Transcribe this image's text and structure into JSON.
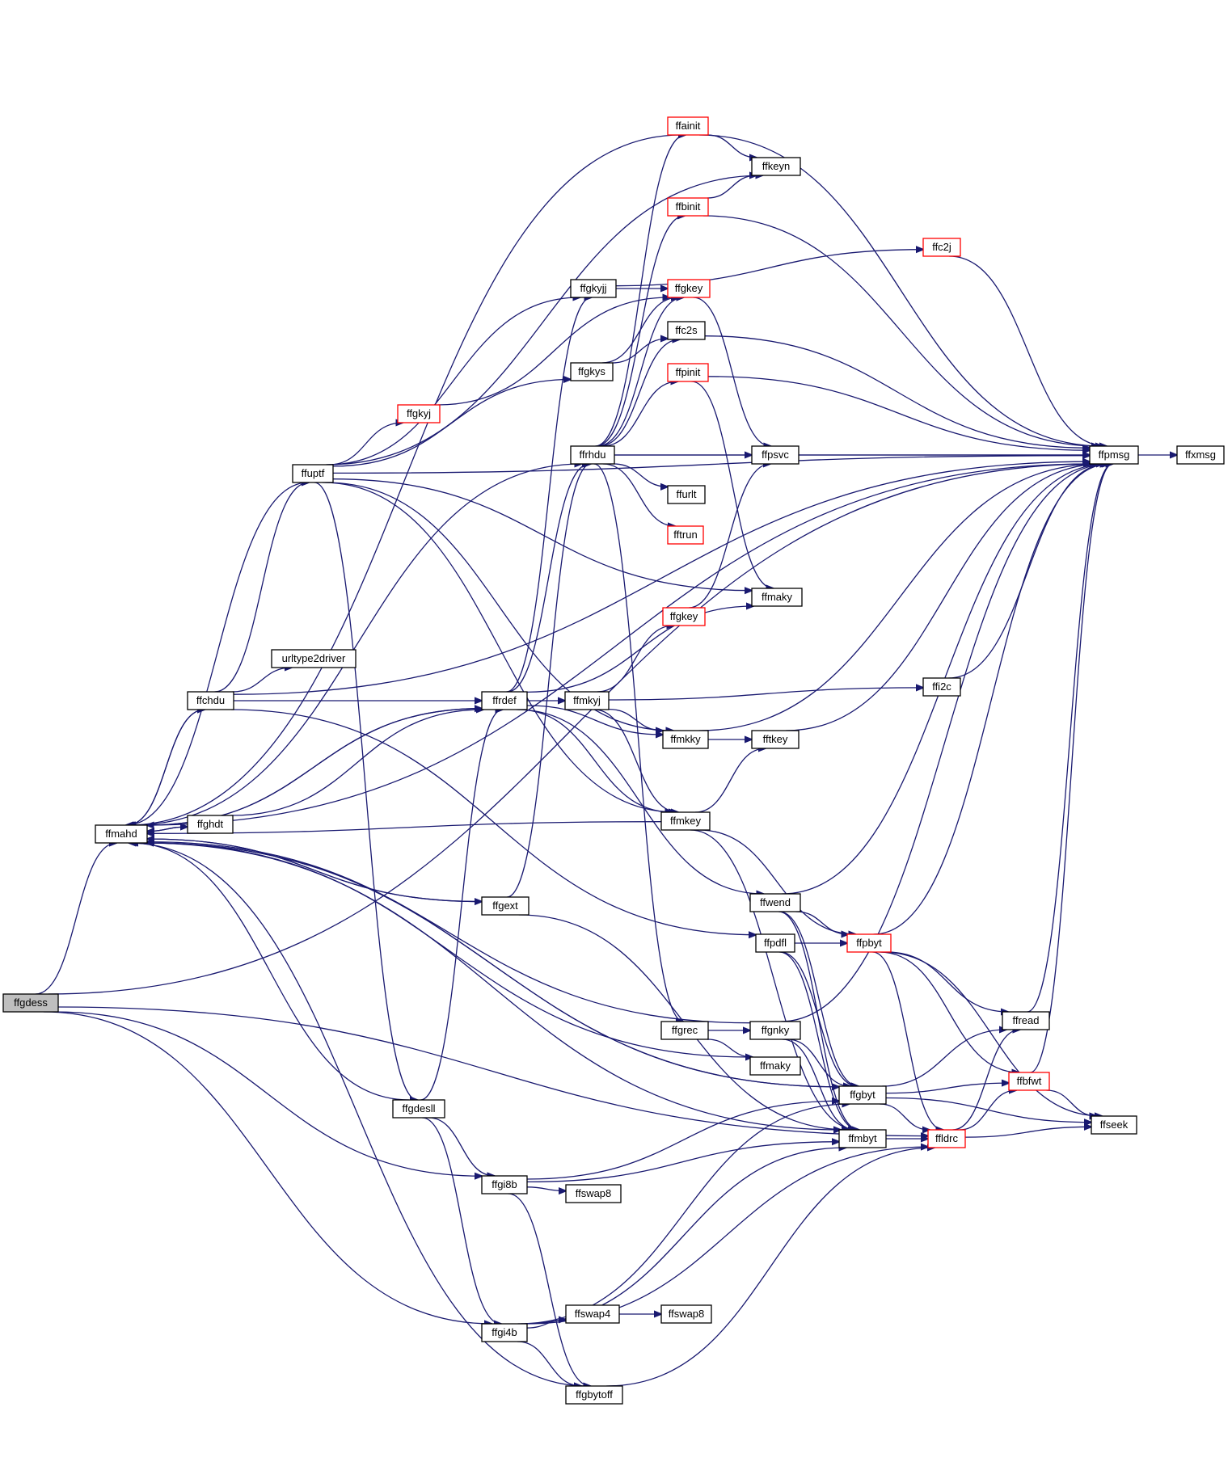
{
  "graph": {
    "kind": "call-graph",
    "colors": {
      "edge": "#191970",
      "box_border_normal": "#000000",
      "box_border_truncated": "#ff0000",
      "root_fill": "#bfbfbf",
      "box_fill": "#ffffff"
    },
    "nodes": [
      {
        "id": "ffgdess",
        "label": "ffgdess",
        "style": "root"
      },
      {
        "id": "ffmahd",
        "label": "ffmahd",
        "style": "normal"
      },
      {
        "id": "ffchdu",
        "label": "ffchdu",
        "style": "normal"
      },
      {
        "id": "ffghdt",
        "label": "ffghdt",
        "style": "normal"
      },
      {
        "id": "urltype2driver",
        "label": "urltype2driver",
        "style": "normal"
      },
      {
        "id": "ffuptf",
        "label": "ffuptf",
        "style": "normal"
      },
      {
        "id": "ffgkyj2",
        "label": "ffgkyj",
        "style": "truncated"
      },
      {
        "id": "ffgdesll",
        "label": "ffgdesll",
        "style": "normal"
      },
      {
        "id": "ffrdef",
        "label": "ffrdef",
        "style": "normal"
      },
      {
        "id": "ffgext",
        "label": "ffgext",
        "style": "normal"
      },
      {
        "id": "ffgi8b",
        "label": "ffgi8b",
        "style": "normal"
      },
      {
        "id": "ffgi4b",
        "label": "ffgi4b",
        "style": "normal"
      },
      {
        "id": "ffgkyjj",
        "label": "ffgkyjj",
        "style": "normal"
      },
      {
        "id": "ffgkys",
        "label": "ffgkys",
        "style": "normal"
      },
      {
        "id": "ffrhdu",
        "label": "ffrhdu",
        "style": "normal"
      },
      {
        "id": "ffmkyj",
        "label": "ffmkyj",
        "style": "normal"
      },
      {
        "id": "ffswap8a",
        "label": "ffswap8",
        "style": "normal"
      },
      {
        "id": "ffswap4",
        "label": "ffswap4",
        "style": "normal"
      },
      {
        "id": "ffgbytoff",
        "label": "ffgbytoff",
        "style": "normal"
      },
      {
        "id": "ffainit",
        "label": "ffainit",
        "style": "truncated"
      },
      {
        "id": "ffbinit",
        "label": "ffbinit",
        "style": "truncated"
      },
      {
        "id": "ffgkey1",
        "label": "ffgkey",
        "style": "truncated"
      },
      {
        "id": "ffc2s",
        "label": "ffc2s",
        "style": "normal"
      },
      {
        "id": "ffpinit",
        "label": "ffpinit",
        "style": "truncated"
      },
      {
        "id": "ffurlt",
        "label": "ffurlt",
        "style": "normal"
      },
      {
        "id": "fftrun",
        "label": "fftrun",
        "style": "truncated"
      },
      {
        "id": "ffgkey2",
        "label": "ffgkey",
        "style": "truncated"
      },
      {
        "id": "ffmkky",
        "label": "ffmkky",
        "style": "normal"
      },
      {
        "id": "ffmkey",
        "label": "ffmkey",
        "style": "normal"
      },
      {
        "id": "ffgrec",
        "label": "ffgrec",
        "style": "normal"
      },
      {
        "id": "ffswap8b",
        "label": "ffswap8",
        "style": "normal"
      },
      {
        "id": "ffkeyn",
        "label": "ffkeyn",
        "style": "normal"
      },
      {
        "id": "ffpsvc",
        "label": "ffpsvc",
        "style": "normal"
      },
      {
        "id": "ffmaky1",
        "label": "ffmaky",
        "style": "normal"
      },
      {
        "id": "fftkey",
        "label": "fftkey",
        "style": "normal"
      },
      {
        "id": "ffwend",
        "label": "ffwend",
        "style": "normal"
      },
      {
        "id": "ffpdfl",
        "label": "ffpdfl",
        "style": "normal"
      },
      {
        "id": "ffgnky",
        "label": "ffgnky",
        "style": "normal"
      },
      {
        "id": "ffmaky2",
        "label": "ffmaky",
        "style": "normal"
      },
      {
        "id": "ffgbyt",
        "label": "ffgbyt",
        "style": "normal"
      },
      {
        "id": "ffmbyt",
        "label": "ffmbyt",
        "style": "normal"
      },
      {
        "id": "ffc2j",
        "label": "ffc2j",
        "style": "truncated"
      },
      {
        "id": "ffi2c",
        "label": "ffi2c",
        "style": "normal"
      },
      {
        "id": "ffpbyt",
        "label": "ffpbyt",
        "style": "truncated"
      },
      {
        "id": "ffldrc",
        "label": "ffldrc",
        "style": "truncated"
      },
      {
        "id": "ffread",
        "label": "ffread",
        "style": "normal"
      },
      {
        "id": "ffbfwt",
        "label": "ffbfwt",
        "style": "truncated"
      },
      {
        "id": "ffseek",
        "label": "ffseek",
        "style": "normal"
      },
      {
        "id": "ffpmsg",
        "label": "ffpmsg",
        "style": "normal"
      },
      {
        "id": "ffxmsg",
        "label": "ffxmsg",
        "style": "normal"
      }
    ],
    "edges": [
      [
        "ffgdess",
        "ffmahd"
      ],
      [
        "ffgdess",
        "ffpmsg"
      ],
      [
        "ffgdess",
        "ffgi8b"
      ],
      [
        "ffgdess",
        "ffgi4b"
      ],
      [
        "ffgdess",
        "ffldrc"
      ],
      [
        "ffmahd",
        "ffchdu"
      ],
      [
        "ffmahd",
        "ffghdt"
      ],
      [
        "ffmahd",
        "ffrdef"
      ],
      [
        "ffmahd",
        "ffgext"
      ],
      [
        "ffmahd",
        "ffpmsg"
      ],
      [
        "ffmahd",
        "ffmbyt"
      ],
      [
        "ffmahd",
        "ffgbyt"
      ],
      [
        "ffmahd",
        "ffrhdu"
      ],
      [
        "ffchdu",
        "ffmahd"
      ],
      [
        "ffchdu",
        "urltype2driver"
      ],
      [
        "ffchdu",
        "ffuptf"
      ],
      [
        "ffchdu",
        "ffrdef"
      ],
      [
        "ffchdu",
        "ffpdfl"
      ],
      [
        "ffchdu",
        "ffpmsg"
      ],
      [
        "ffghdt",
        "ffmahd"
      ],
      [
        "ffghdt",
        "ffrdef"
      ],
      [
        "ffuptf",
        "ffmahd"
      ],
      [
        "ffuptf",
        "ffgkyj2"
      ],
      [
        "ffuptf",
        "ffgkyjj"
      ],
      [
        "ffuptf",
        "ffgkys"
      ],
      [
        "ffuptf",
        "ffgdesll"
      ],
      [
        "ffuptf",
        "ffmaky1"
      ],
      [
        "ffuptf",
        "ffmkky"
      ],
      [
        "ffuptf",
        "ffmkey"
      ],
      [
        "ffuptf",
        "ffkeyn"
      ],
      [
        "ffuptf",
        "ffpmsg"
      ],
      [
        "ffgkyj2",
        "ffgkey1"
      ],
      [
        "ffgdesll",
        "ffmahd"
      ],
      [
        "ffgdesll",
        "ffrdef"
      ],
      [
        "ffgdesll",
        "ffgi8b"
      ],
      [
        "ffgdesll",
        "ffgi4b"
      ],
      [
        "ffrdef",
        "ffmahd"
      ],
      [
        "ffrdef",
        "ffrhdu"
      ],
      [
        "ffrdef",
        "ffgkyjj"
      ],
      [
        "ffrdef",
        "ffmkyj"
      ],
      [
        "ffrdef",
        "ffmkky"
      ],
      [
        "ffrdef",
        "ffmkey"
      ],
      [
        "ffrdef",
        "ffwend"
      ],
      [
        "ffrdef",
        "ffmaky1"
      ],
      [
        "ffgext",
        "ffmahd"
      ],
      [
        "ffgext",
        "ffrhdu"
      ],
      [
        "ffgext",
        "ffmbyt"
      ],
      [
        "ffgi8b",
        "ffswap8a"
      ],
      [
        "ffgi8b",
        "ffgbytoff"
      ],
      [
        "ffgi8b",
        "ffgbyt"
      ],
      [
        "ffgi8b",
        "ffmbyt"
      ],
      [
        "ffgi4b",
        "ffswap4"
      ],
      [
        "ffgi4b",
        "ffgbytoff"
      ],
      [
        "ffgi4b",
        "ffgbyt"
      ],
      [
        "ffgi4b",
        "ffmbyt"
      ],
      [
        "ffgi4b",
        "ffldrc"
      ],
      [
        "ffswap4",
        "ffswap8b"
      ],
      [
        "ffgbytoff",
        "ffmahd"
      ],
      [
        "ffgbytoff",
        "ffldrc"
      ],
      [
        "ffgkyjj",
        "ffgkey1"
      ],
      [
        "ffgkyjj",
        "ffc2j"
      ],
      [
        "ffgkys",
        "ffgkey1"
      ],
      [
        "ffgkys",
        "ffc2s"
      ],
      [
        "ffrhdu",
        "ffainit"
      ],
      [
        "ffrhdu",
        "ffbinit"
      ],
      [
        "ffrhdu",
        "ffgkey1"
      ],
      [
        "ffrhdu",
        "ffc2s"
      ],
      [
        "ffrhdu",
        "ffpinit"
      ],
      [
        "ffrhdu",
        "ffpsvc"
      ],
      [
        "ffrhdu",
        "ffurlt"
      ],
      [
        "ffrhdu",
        "fftrun"
      ],
      [
        "ffrhdu",
        "ffgrec"
      ],
      [
        "ffrhdu",
        "ffpmsg"
      ],
      [
        "ffmkyj",
        "ffgkey2"
      ],
      [
        "ffmkyj",
        "ffmkky"
      ],
      [
        "ffmkyj",
        "ffmkey"
      ],
      [
        "ffmkyj",
        "ffi2c"
      ],
      [
        "ffainit",
        "ffmahd"
      ],
      [
        "ffainit",
        "ffkeyn"
      ],
      [
        "ffainit",
        "ffpmsg"
      ],
      [
        "ffbinit",
        "ffkeyn"
      ],
      [
        "ffbinit",
        "ffpmsg"
      ],
      [
        "ffgkey1",
        "ffpsvc"
      ],
      [
        "ffc2s",
        "ffpmsg"
      ],
      [
        "ffpinit",
        "ffpmsg"
      ],
      [
        "ffpinit",
        "ffmaky1"
      ],
      [
        "ffgkey2",
        "ffpsvc"
      ],
      [
        "ffmkky",
        "fftkey"
      ],
      [
        "ffmkky",
        "ffpmsg"
      ],
      [
        "ffmkey",
        "ffmahd"
      ],
      [
        "ffmkey",
        "fftkey"
      ],
      [
        "ffmkey",
        "ffpbyt"
      ],
      [
        "ffmkey",
        "ffmbyt"
      ],
      [
        "ffgrec",
        "ffgnky"
      ],
      [
        "ffgrec",
        "ffmaky2"
      ],
      [
        "ffpsvc",
        "ffpmsg"
      ],
      [
        "fftkey",
        "ffpmsg"
      ],
      [
        "ffwend",
        "ffpbyt"
      ],
      [
        "ffwend",
        "ffgbyt"
      ],
      [
        "ffwend",
        "ffmbyt"
      ],
      [
        "ffwend",
        "ffpmsg"
      ],
      [
        "ffpdfl",
        "ffpbyt"
      ],
      [
        "ffpdfl",
        "ffgbyt"
      ],
      [
        "ffpdfl",
        "ffmbyt"
      ],
      [
        "ffgnky",
        "ffmahd"
      ],
      [
        "ffgnky",
        "ffgbyt"
      ],
      [
        "ffgnky",
        "ffmbyt"
      ],
      [
        "ffgnky",
        "ffpmsg"
      ],
      [
        "ffmaky2",
        "ffmahd"
      ],
      [
        "ffgbyt",
        "ffmahd"
      ],
      [
        "ffgbyt",
        "ffread"
      ],
      [
        "ffgbyt",
        "ffbfwt"
      ],
      [
        "ffgbyt",
        "ffldrc"
      ],
      [
        "ffgbyt",
        "ffseek"
      ],
      [
        "ffmbyt",
        "ffldrc"
      ],
      [
        "ffc2j",
        "ffpmsg"
      ],
      [
        "ffi2c",
        "ffpmsg"
      ],
      [
        "ffpbyt",
        "ffread"
      ],
      [
        "ffpbyt",
        "ffbfwt"
      ],
      [
        "ffpbyt",
        "ffldrc"
      ],
      [
        "ffpbyt",
        "ffseek"
      ],
      [
        "ffpbyt",
        "ffpmsg"
      ],
      [
        "ffldrc",
        "ffbfwt"
      ],
      [
        "ffldrc",
        "ffread"
      ],
      [
        "ffldrc",
        "ffseek"
      ],
      [
        "ffread",
        "ffpmsg"
      ],
      [
        "ffbfwt",
        "ffseek"
      ],
      [
        "ffbfwt",
        "ffpmsg"
      ],
      [
        "ffpmsg",
        "ffxmsg"
      ]
    ]
  }
}
